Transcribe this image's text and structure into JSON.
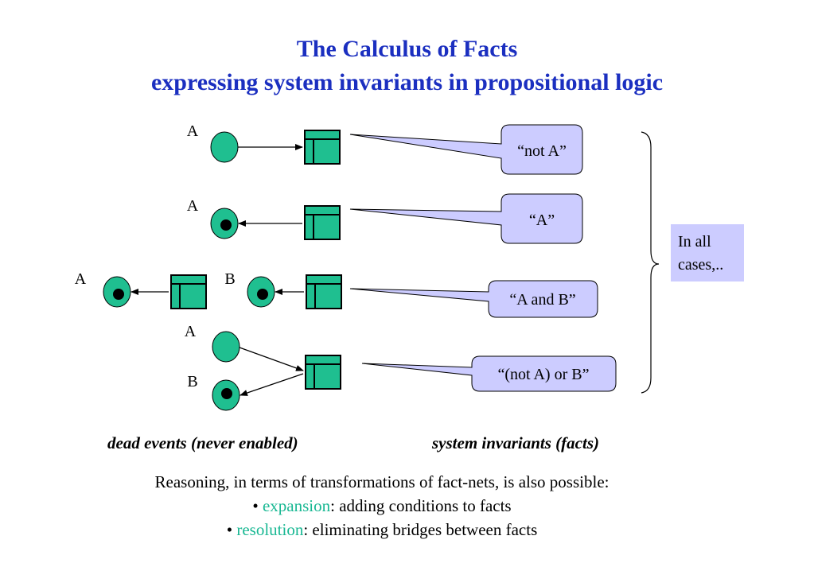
{
  "title": {
    "line1": "The Calculus of Facts",
    "line2": "expressing system invariants in propositional logic"
  },
  "place_labels": {
    "row1_a": "A",
    "row2_a": "A",
    "row3_a": "A",
    "row3_b": "B",
    "row4_a": "A",
    "row4_b": "B"
  },
  "callouts": {
    "c1": "“not A”",
    "c2": "“A”",
    "c3": "“A and B”",
    "c4": "“(not A) or B”"
  },
  "summary_box": {
    "line1": "In all",
    "line2": "cases,.."
  },
  "captions": {
    "left": "dead events (never enabled)",
    "right": "system invariants (facts)"
  },
  "reasoning": {
    "intro": "Reasoning, in terms of transformations of fact-nets, is also possible:",
    "bullet": "•",
    "expansion_term": "expansion",
    "expansion_text": ": adding conditions to facts",
    "resolution_term": "resolution",
    "resolution_text": ": eliminating bridges between facts"
  },
  "colors": {
    "title": "#1b2fc0",
    "node_fill": "#1fbf90",
    "callout_fill": "#ccccff",
    "keyword": "#19b893"
  }
}
